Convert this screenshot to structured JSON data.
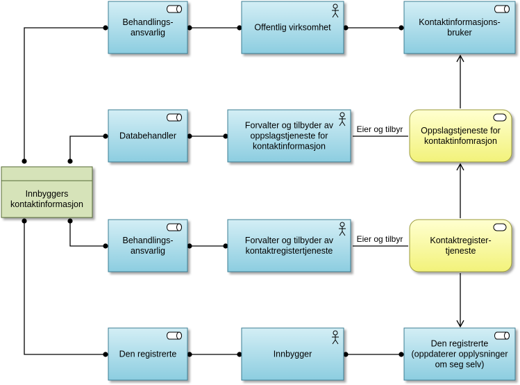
{
  "nodes": {
    "behandlingsansvarlig_1": {
      "lines": [
        "Behandlings-",
        "ansvarlig"
      ],
      "icon": "role-icon"
    },
    "offentlig_virksomhet": {
      "lines": [
        "Offentlig virksomhet"
      ],
      "icon": "actor-icon"
    },
    "kontaktinformasjonsbruker": {
      "lines": [
        "Kontaktinformasjons-",
        "bruker"
      ],
      "icon": "role-icon"
    },
    "databehandler": {
      "lines": [
        "Databehandler"
      ],
      "icon": "role-icon"
    },
    "forvalter_oppslag": {
      "lines": [
        "Forvalter og tilbyder av",
        "oppslagstjeneste for",
        "kontaktinformasjon"
      ],
      "icon": "actor-icon"
    },
    "oppslagstjeneste": {
      "lines": [
        "Oppslagstjeneste for",
        "kontaktinfomrasjon"
      ],
      "icon": "service-icon"
    },
    "innbyggers_kontaktinformasjon": {
      "lines": [
        "Innbyggers",
        "kontaktinformasjon"
      ],
      "icon": ""
    },
    "behandlingsansvarlig_2": {
      "lines": [
        "Behandlings-",
        "ansvarlig"
      ],
      "icon": "role-icon"
    },
    "forvalter_kontaktregister": {
      "lines": [
        "Forvalter og tilbyder av",
        "kontaktregistertjeneste"
      ],
      "icon": "actor-icon"
    },
    "kontaktregistertjeneste": {
      "lines": [
        "Kontaktregister-",
        "tjeneste"
      ],
      "icon": "service-icon"
    },
    "den_registrerte_role": {
      "lines": [
        "Den registrerte"
      ],
      "icon": "role-icon"
    },
    "innbygger": {
      "lines": [
        "Innbygger"
      ],
      "icon": "actor-icon"
    },
    "den_registrerte_oppdaterer": {
      "lines": [
        "Den registrerte",
        "(oppdaterer opplysninger",
        "om seg selv)"
      ],
      "icon": "role-icon"
    }
  },
  "edge_labels": {
    "eier_oppslag": "Eier og tilbyr",
    "eier_register": "Eier og tilbyr"
  },
  "colors": {
    "blue_top": "#d3eef5",
    "blue_bottom": "#8ccde0",
    "blue_stroke": "#3a7d93",
    "yellow_top": "#ffffd0",
    "yellow_bottom": "#f2f27a",
    "yellow_stroke": "#9a9a3a",
    "green_fill": "#d6e3b9",
    "green_stroke": "#556b36",
    "line": "#000000"
  }
}
